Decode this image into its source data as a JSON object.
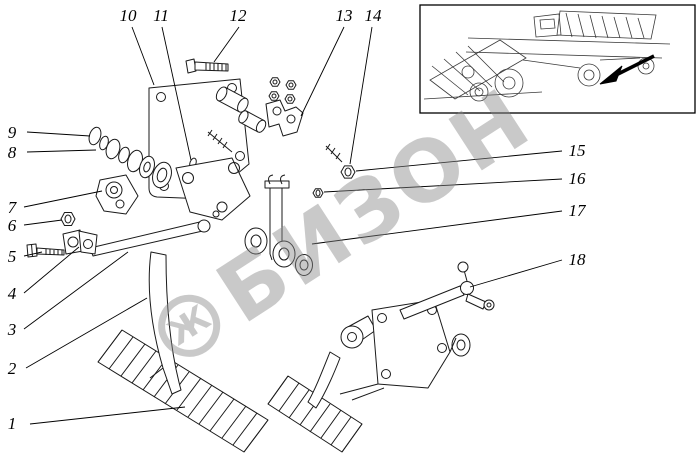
{
  "callouts": [
    {
      "label": "1"
    },
    {
      "label": "2"
    },
    {
      "label": "3"
    },
    {
      "label": "4"
    },
    {
      "label": "5"
    },
    {
      "label": "6"
    },
    {
      "label": "7"
    },
    {
      "label": "8"
    },
    {
      "label": "9"
    },
    {
      "label": "10"
    },
    {
      "label": "11"
    },
    {
      "label": "12"
    },
    {
      "label": "13"
    },
    {
      "label": "14"
    },
    {
      "label": "15"
    },
    {
      "label": "16"
    },
    {
      "label": "17"
    },
    {
      "label": "18"
    }
  ],
  "watermark": {
    "text": "БИЗОН",
    "logo_glyph": "Ж"
  },
  "colors": {
    "line": "#1a1a1a",
    "watermark": "#8a8a8a",
    "background": "#ffffff"
  }
}
